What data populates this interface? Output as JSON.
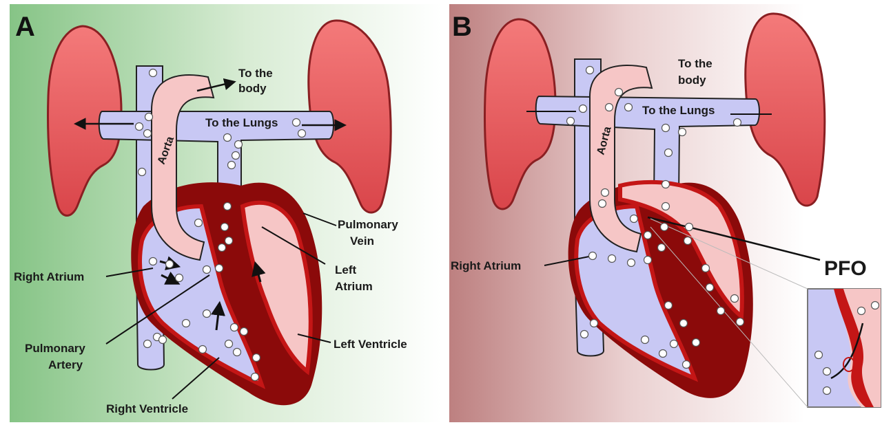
{
  "panel_a": {
    "letter": "A",
    "labels": {
      "to_the": "To the",
      "body": "body",
      "to_the_lungs": "To the Lungs",
      "aorta": "Aorta",
      "pulmonary_vein_1": "Pulmonary",
      "pulmonary_vein_2": "Vein",
      "left_atrium_1": "Left",
      "left_atrium_2": "Atrium",
      "right_atrium": "Right Atrium",
      "pulmonary_artery_1": "Pulmonary",
      "pulmonary_artery_2": "Artery",
      "left_ventricle": "Left Ventricle",
      "right_ventricle": "Right Ventricle"
    }
  },
  "panel_b": {
    "letter": "B",
    "labels": {
      "to_the": "To the",
      "body": "body",
      "to_the_lungs": "To the Lungs",
      "aorta": "Aorta",
      "right_atrium": "Right Atrium",
      "pfo": "PFO"
    }
  },
  "colors": {
    "panel_a_bg_start": "#8fc98f",
    "panel_b_bg_start": "#c08787",
    "lung": "#e9575a",
    "vein_blue": "#c8c8f4",
    "aorta_pink": "#f6c6c6",
    "heart_dark_red": "#8b0a0a",
    "heart_red": "#c41616"
  }
}
